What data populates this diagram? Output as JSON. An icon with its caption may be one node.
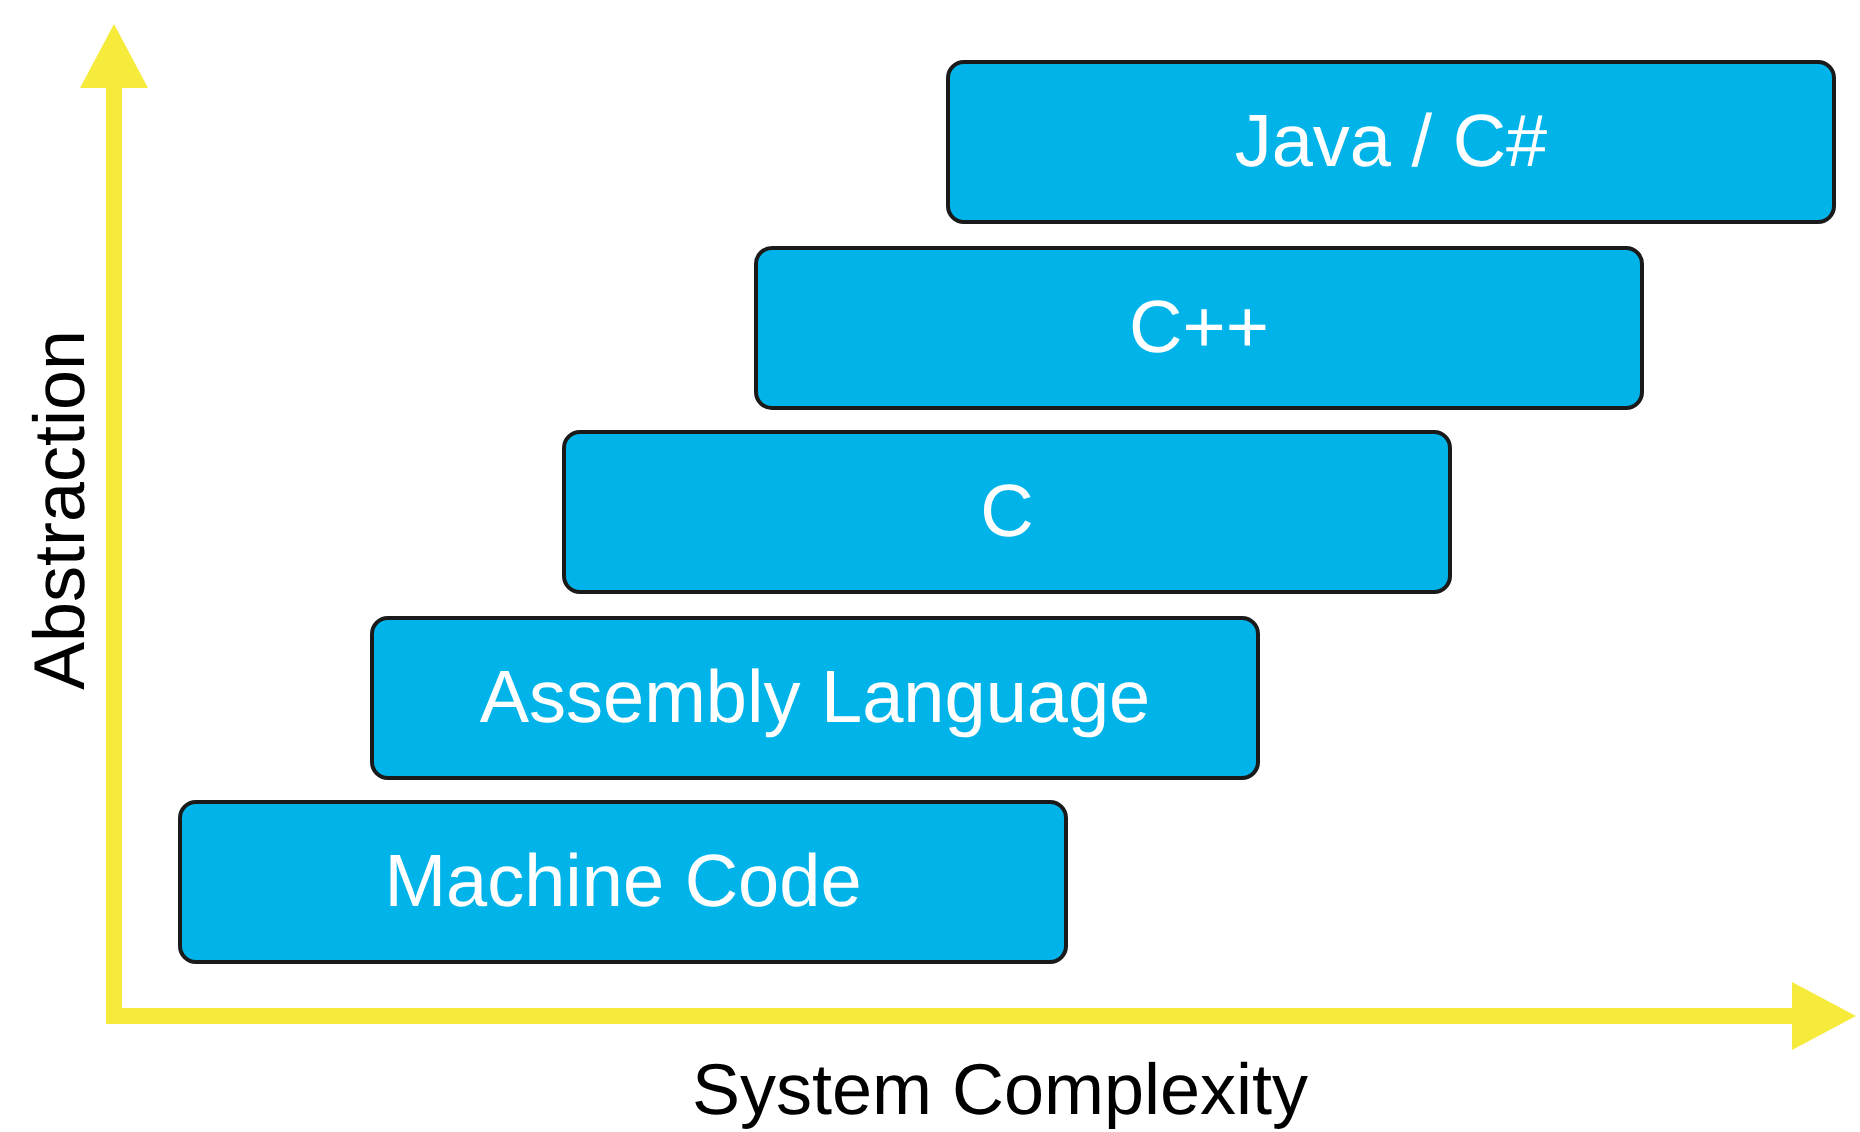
{
  "diagram": {
    "nodes": [
      {
        "text": [
          "Java / C#"
        ]
      },
      {
        "text": [
          "C++"
        ]
      },
      {
        "text": [
          "C"
        ]
      },
      {
        "text": [
          "Assembly Language"
        ]
      },
      {
        "text": [
          "Machine Code"
        ]
      }
    ],
    "edges": [],
    "labels": [
      "Abstraction",
      "System Complexity"
    ]
  }
}
